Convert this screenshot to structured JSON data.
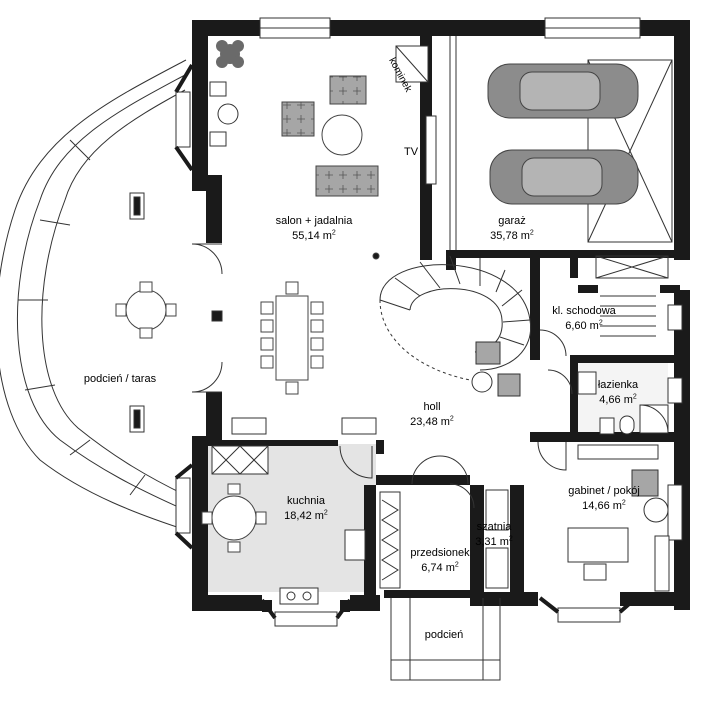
{
  "rooms": [
    {
      "id": "salon",
      "name": "salon + jadalnia",
      "area": "55,14 m",
      "exp": "2"
    },
    {
      "id": "garaz",
      "name": "garaż",
      "area": "35,78 m",
      "exp": "2"
    },
    {
      "id": "kl",
      "name": "kl. schodowa",
      "area": "6,60 m",
      "exp": "2"
    },
    {
      "id": "lazienka",
      "name": "łazienka",
      "area": "4,66 m",
      "exp": "2"
    },
    {
      "id": "holl",
      "name": "holl",
      "area": "23,48 m",
      "exp": "2"
    },
    {
      "id": "podcien-taras",
      "name": "podcień / taras",
      "area": "",
      "exp": ""
    },
    {
      "id": "kuchnia",
      "name": "kuchnia",
      "area": "18,42 m",
      "exp": "2"
    },
    {
      "id": "gabinet",
      "name": "gabinet / pokój",
      "area": "14,66 m",
      "exp": "2"
    },
    {
      "id": "szatnia",
      "name": "szatnia",
      "area": "3,31 m",
      "exp": "2"
    },
    {
      "id": "przedsionek",
      "name": "przedsionek",
      "area": "6,74 m",
      "exp": "2"
    },
    {
      "id": "podcien",
      "name": "podcień",
      "area": "",
      "exp": ""
    }
  ],
  "tags": {
    "tv": "TV",
    "kominek": "kominek"
  },
  "colors": {
    "wall": "#1a1a1a",
    "kitchen_floor": "#e3e3e3",
    "furniture": "#9a9a9a",
    "car": "#8c8c8c"
  }
}
